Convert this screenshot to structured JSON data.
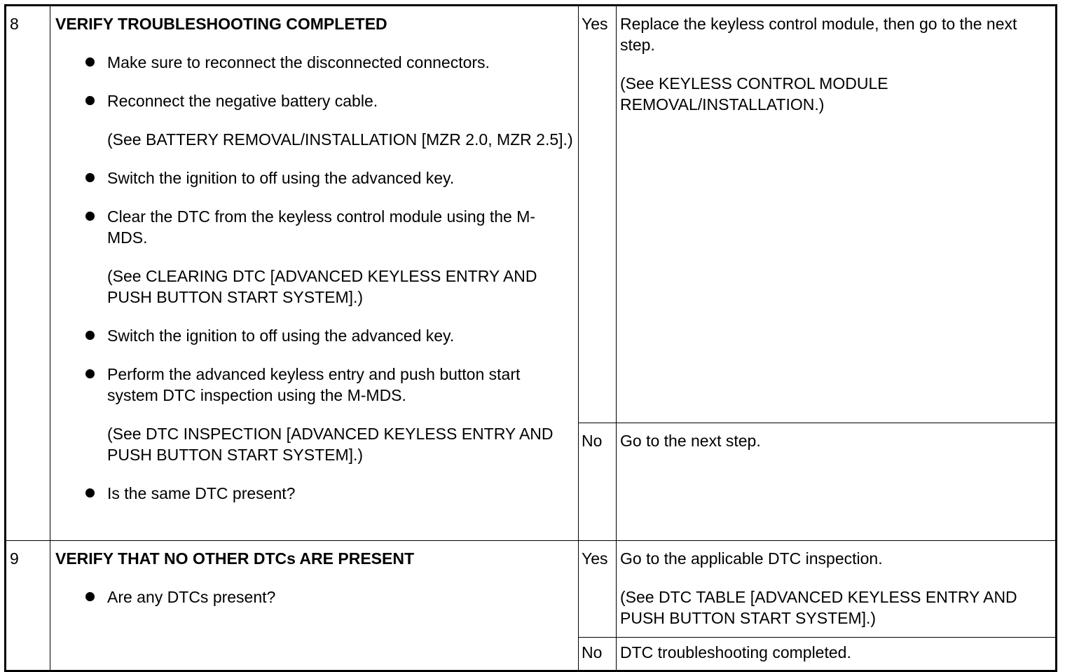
{
  "steps": [
    {
      "number": "8",
      "title": "VERIFY TROUBLESHOOTING COMPLETED",
      "bullets": [
        "Make sure to reconnect the disconnected connectors.",
        "Reconnect the negative battery cable.",
        "(See BATTERY REMOVAL/INSTALLATION [MZR 2.0, MZR 2.5].)",
        "Switch the ignition to off using the advanced key.",
        "Clear the DTC from the keyless control module using the M-MDS.",
        "(See CLEARING DTC [ADVANCED KEYLESS ENTRY AND PUSH BUTTON START SYSTEM].)",
        "Switch the ignition to off using the advanced key.",
        "Perform the advanced keyless entry and push button start system DTC inspection using the M-MDS.",
        "(See DTC INSPECTION [ADVANCED KEYLESS ENTRY AND PUSH BUTTON START SYSTEM].)",
        "Is the same DTC present?"
      ],
      "yes": {
        "label": "Yes",
        "action": "Replace the keyless control module, then go to the next step.",
        "reference": "(See KEYLESS CONTROL MODULE REMOVAL/INSTALLATION.)"
      },
      "no": {
        "label": "No",
        "action": "Go to the next step."
      }
    },
    {
      "number": "9",
      "title": "VERIFY THAT NO OTHER DTCs ARE PRESENT",
      "bullets": [
        "Are any DTCs present?"
      ],
      "yes": {
        "label": "Yes",
        "action": "Go to the applicable DTC inspection.",
        "reference": "(See DTC TABLE [ADVANCED KEYLESS ENTRY AND PUSH BUTTON START SYSTEM].)"
      },
      "no": {
        "label": "No",
        "action": "DTC troubleshooting completed."
      }
    }
  ]
}
